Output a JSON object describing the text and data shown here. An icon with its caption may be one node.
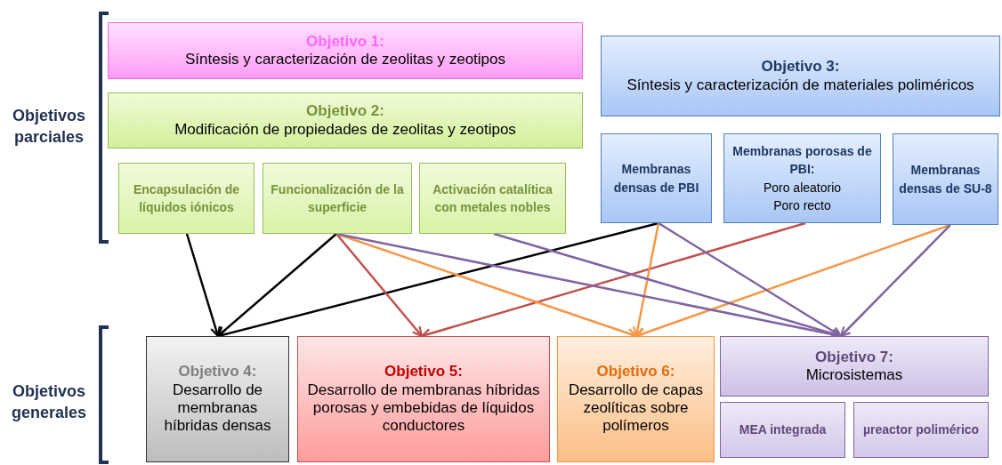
{
  "diagram": {
    "nodes": [
      {
        "text": [
          "Objetivo 1:",
          "Síntesis y caracterización de zeolitas y zeotipos"
        ]
      },
      {
        "text": [
          "Objetivo 2:",
          "Modificación de propiedades de zeolitas y zeotipos"
        ]
      },
      {
        "text": [
          "Encapsulación de líquidos iónicos"
        ]
      },
      {
        "text": [
          "Funcionalización de la superficie"
        ]
      },
      {
        "text": [
          "Activación catalítica con metales nobles"
        ]
      },
      {
        "text": [
          "Objetivo 3:",
          "Síntesis y caracterización de materiales poliméricos"
        ]
      },
      {
        "text": [
          "Membranas densas de PBI"
        ]
      },
      {
        "text": [
          "Membranas porosas de PBI:",
          "Poro aleatorio",
          "Poro recto"
        ]
      },
      {
        "text": [
          "Membranas densas de SU-8"
        ]
      },
      {
        "text": [
          "Objetivo 4:",
          "Desarrollo de membranas híbridas densas"
        ]
      },
      {
        "text": [
          "Objetivo 5:",
          "Desarrollo de membranas híbridas porosas y embebidas de líquidos conductores"
        ]
      },
      {
        "text": [
          "Objetivo 6:",
          "Desarrollo de capas zeolíticas sobre polímeros"
        ]
      },
      {
        "text": [
          "Objetivo 7:",
          "Microsistemas"
        ]
      },
      {
        "text": [
          "MEA integrada"
        ]
      },
      {
        "text": [
          "µreactor polimérico"
        ]
      }
    ],
    "edges": [
      {
        "from": 2,
        "to": 9,
        "arrow": "to",
        "color": "#000000"
      },
      {
        "from": 3,
        "to": 9,
        "arrow": "to",
        "color": "#000000"
      },
      {
        "from": 6,
        "to": 9,
        "arrow": "to",
        "color": "#000000"
      },
      {
        "from": 3,
        "to": 10,
        "arrow": "to",
        "color": "#c0504d"
      },
      {
        "from": 7,
        "to": 10,
        "arrow": "to",
        "color": "#c0504d"
      },
      {
        "from": 3,
        "to": 11,
        "arrow": "to",
        "color": "#f79646"
      },
      {
        "from": 6,
        "to": 11,
        "arrow": "to",
        "color": "#f79646"
      },
      {
        "from": 8,
        "to": 11,
        "arrow": "to",
        "color": "#f79646"
      },
      {
        "from": 3,
        "to": 12,
        "arrow": "to"
      },
      {
        "from": 4,
        "to": 12,
        "arrow": "to"
      },
      {
        "from": 6,
        "to": 12,
        "arrow": "to"
      },
      {
        "from": 8,
        "to": 12,
        "arrow": "to"
      }
    ],
    "labels": [
      "Objetivos parciales",
      "Objetivos generales"
    ]
  }
}
